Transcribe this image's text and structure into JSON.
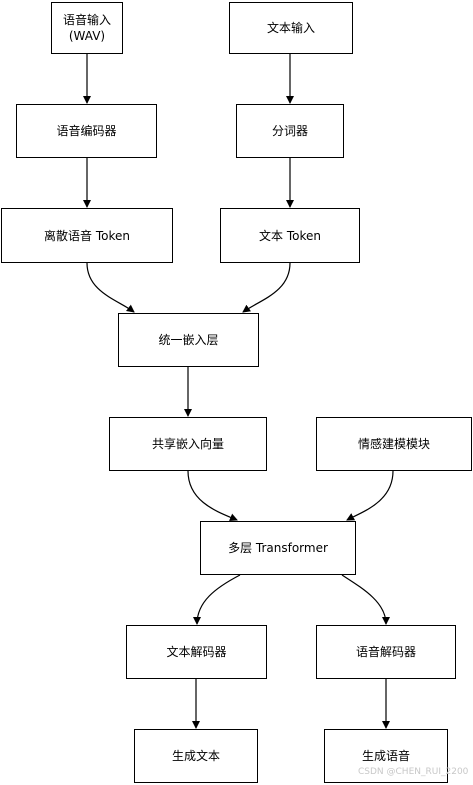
{
  "nodes": {
    "speech_input": "语音输入\n(WAV)",
    "text_input": "文本输入",
    "speech_encoder": "语音编码器",
    "tokenizer": "分词器",
    "discrete_speech_token": "离散语音 Token",
    "text_token": "文本 Token",
    "unified_embedding_layer": "统一嵌入层",
    "shared_embedding_vector": "共享嵌入向量",
    "emotion_modeling_module": "情感建模模块",
    "multilayer_transformer": "多层 Transformer",
    "text_decoder": "文本解码器",
    "speech_decoder": "语音解码器",
    "generated_text": "生成文本",
    "generated_speech": "生成语音"
  },
  "edges": [
    {
      "from": "speech_input",
      "to": "speech_encoder"
    },
    {
      "from": "text_input",
      "to": "tokenizer"
    },
    {
      "from": "speech_encoder",
      "to": "discrete_speech_token"
    },
    {
      "from": "tokenizer",
      "to": "text_token"
    },
    {
      "from": "discrete_speech_token",
      "to": "unified_embedding_layer"
    },
    {
      "from": "text_token",
      "to": "unified_embedding_layer"
    },
    {
      "from": "unified_embedding_layer",
      "to": "shared_embedding_vector"
    },
    {
      "from": "shared_embedding_vector",
      "to": "multilayer_transformer"
    },
    {
      "from": "emotion_modeling_module",
      "to": "multilayer_transformer"
    },
    {
      "from": "multilayer_transformer",
      "to": "text_decoder"
    },
    {
      "from": "multilayer_transformer",
      "to": "speech_decoder"
    },
    {
      "from": "text_decoder",
      "to": "generated_text"
    },
    {
      "from": "speech_decoder",
      "to": "generated_speech"
    }
  ],
  "watermark": "CSDN @CHEN_RUI_2200",
  "colors": {
    "stroke": "#000000",
    "background": "#ffffff",
    "watermark": "#c8c8c8"
  }
}
